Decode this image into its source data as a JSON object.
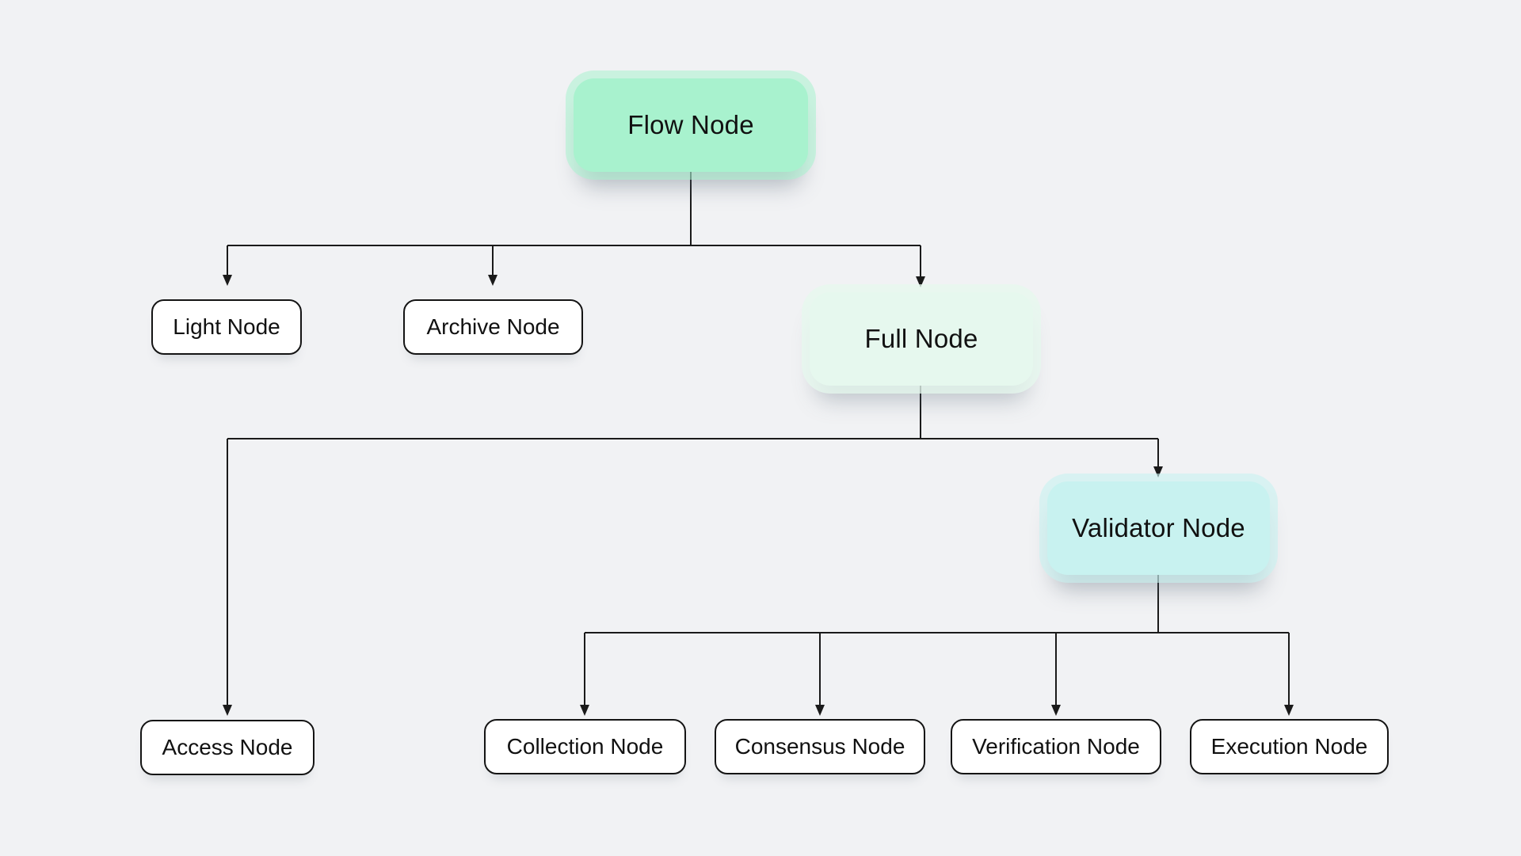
{
  "diagram": {
    "background_color": "#f1f2f4",
    "connector_color": "#1a1a1a",
    "nodes": {
      "flow": {
        "label": "Flow Node",
        "fill": "#a8f2ce"
      },
      "light": {
        "label": "Light Node",
        "fill": "#ffffff"
      },
      "archive": {
        "label": "Archive Node",
        "fill": "#ffffff"
      },
      "full": {
        "label": "Full Node",
        "fill": "#e6f8ee"
      },
      "validator": {
        "label": "Validator Node",
        "fill": "#c8f2f0"
      },
      "access": {
        "label": "Access Node",
        "fill": "#ffffff"
      },
      "collection": {
        "label": "Collection Node",
        "fill": "#ffffff"
      },
      "consensus": {
        "label": "Consensus Node",
        "fill": "#ffffff"
      },
      "verification": {
        "label": "Verification Node",
        "fill": "#ffffff"
      },
      "execution": {
        "label": "Execution Node",
        "fill": "#ffffff"
      }
    },
    "edges": [
      "flow->light",
      "flow->archive",
      "flow->full",
      "full->access",
      "full->validator",
      "validator->collection",
      "validator->consensus",
      "validator->verification",
      "validator->execution"
    ]
  }
}
